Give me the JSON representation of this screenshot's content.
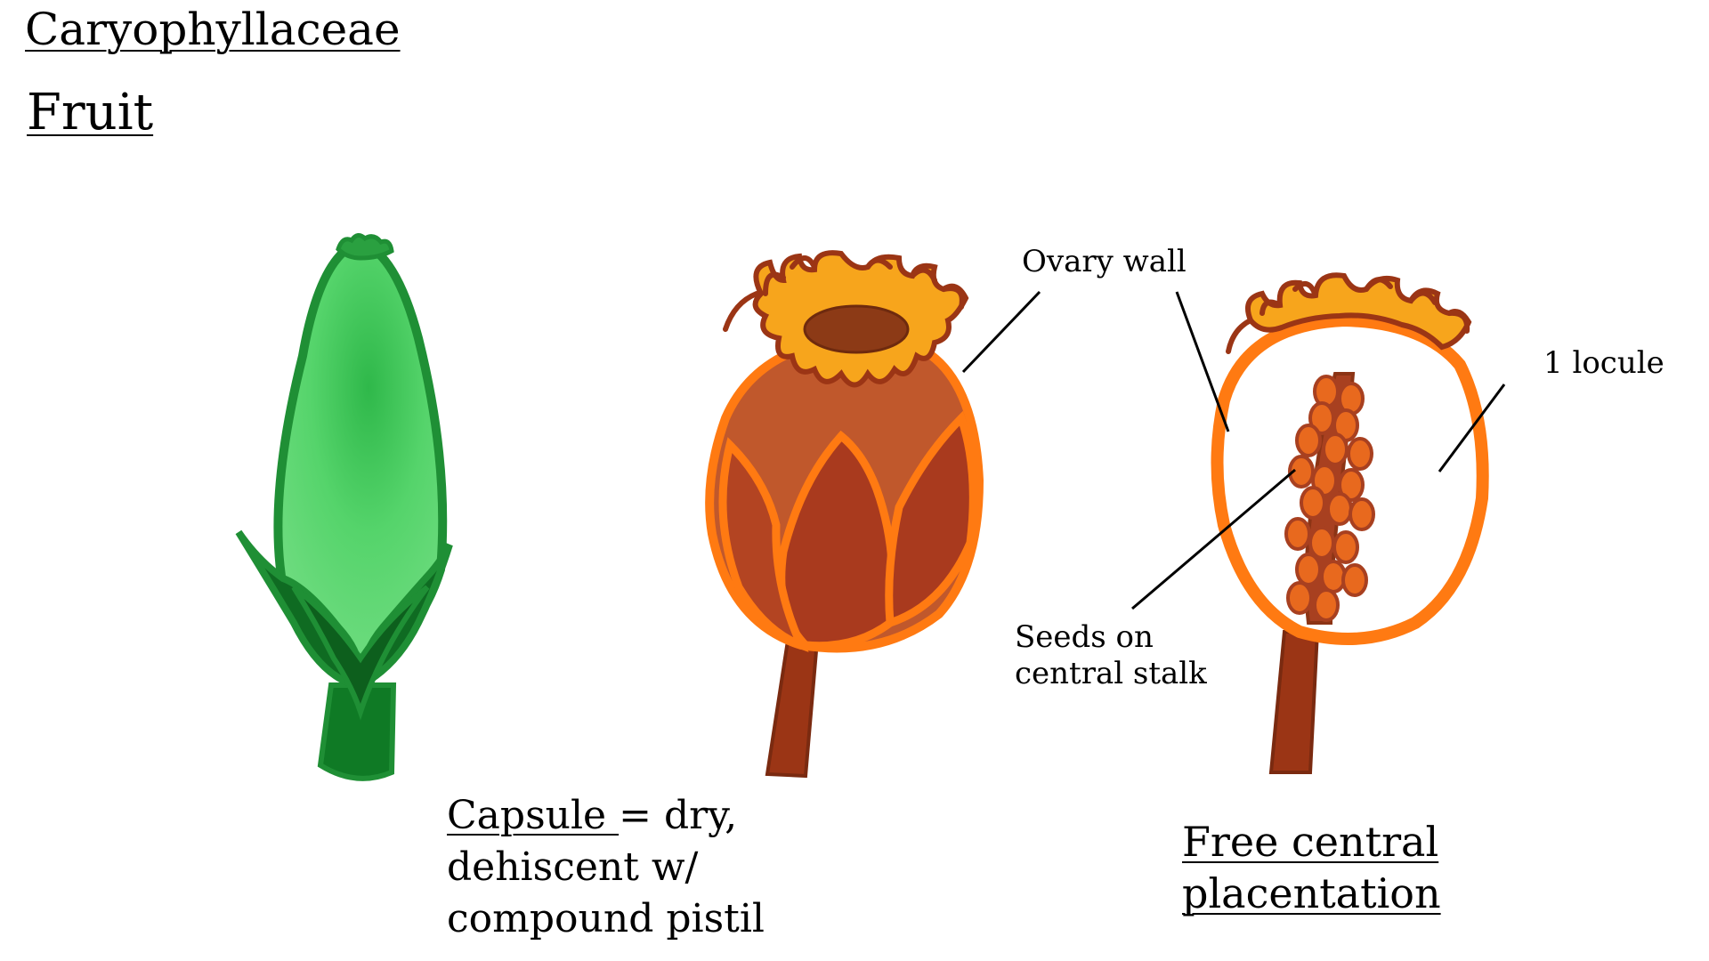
{
  "title": "Caryophyllaceae",
  "subtitle": "Fruit",
  "labels": {
    "ovary_wall": "Ovary wall",
    "locule": "1 locule",
    "seeds_line1": "Seeds on",
    "seeds_line2": "central stalk"
  },
  "captions": {
    "capsule_term": "Capsule ",
    "capsule_rest1": "= dry,",
    "capsule_rest2": "dehiscent w/",
    "capsule_rest3": "compound pistil",
    "placentation_line1": "Free central",
    "placentation_line2": "placentation"
  },
  "colors": {
    "green_light": "#55d46b",
    "green_dark": "#1f8f35",
    "green_sepal": "#0f6b22",
    "capsule_body": "#c0582c",
    "capsule_valve": "#a93a1e",
    "orange_outline": "#ff7a12",
    "rim_yellow": "#f7a51c",
    "rim_brown": "#8c3a16",
    "stalk": "#9b3515"
  }
}
